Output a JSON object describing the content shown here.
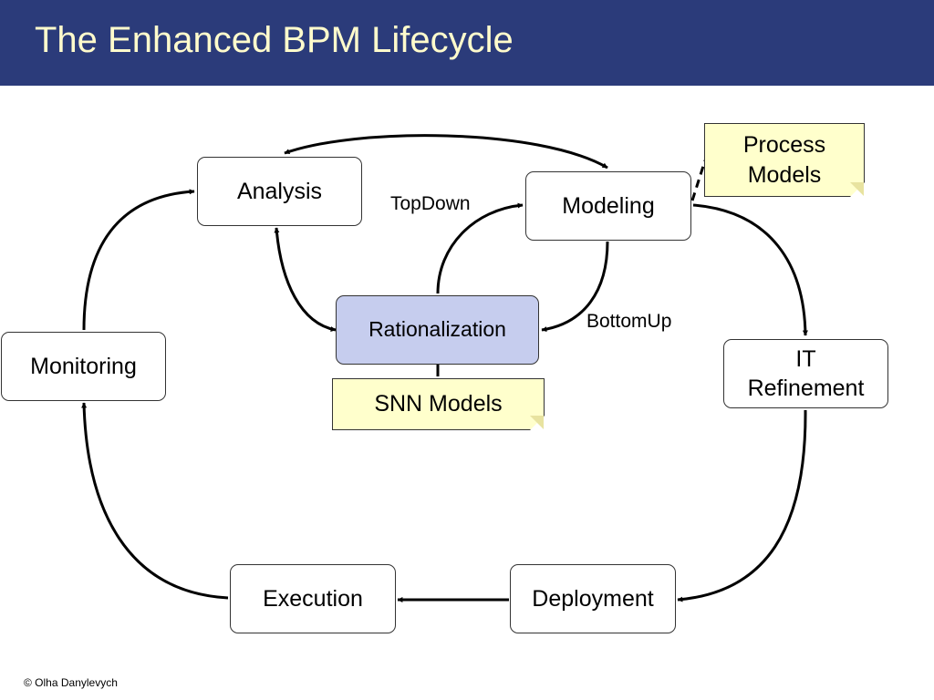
{
  "slide": {
    "title": "The Enhanced BPM Lifecycle",
    "footer": "© Olha Danylevych"
  },
  "nodes": {
    "analysis": "Analysis",
    "modeling": "Modeling",
    "rationalization": "Rationalization",
    "monitoring": "Monitoring",
    "it_refinement": [
      "IT",
      "Refinement"
    ],
    "execution": "Execution",
    "deployment": "Deployment"
  },
  "notes": {
    "process_models": [
      "Process",
      "Models"
    ],
    "snn_models": "SNN Models"
  },
  "edge_labels": {
    "topdown": "TopDown",
    "bottomup": "BottomUp"
  },
  "colors": {
    "title_bar": "#2b3b7a",
    "title_text": "#fffbcc",
    "highlight_node": "#c6cdee",
    "note_fill": "#ffffcc"
  }
}
